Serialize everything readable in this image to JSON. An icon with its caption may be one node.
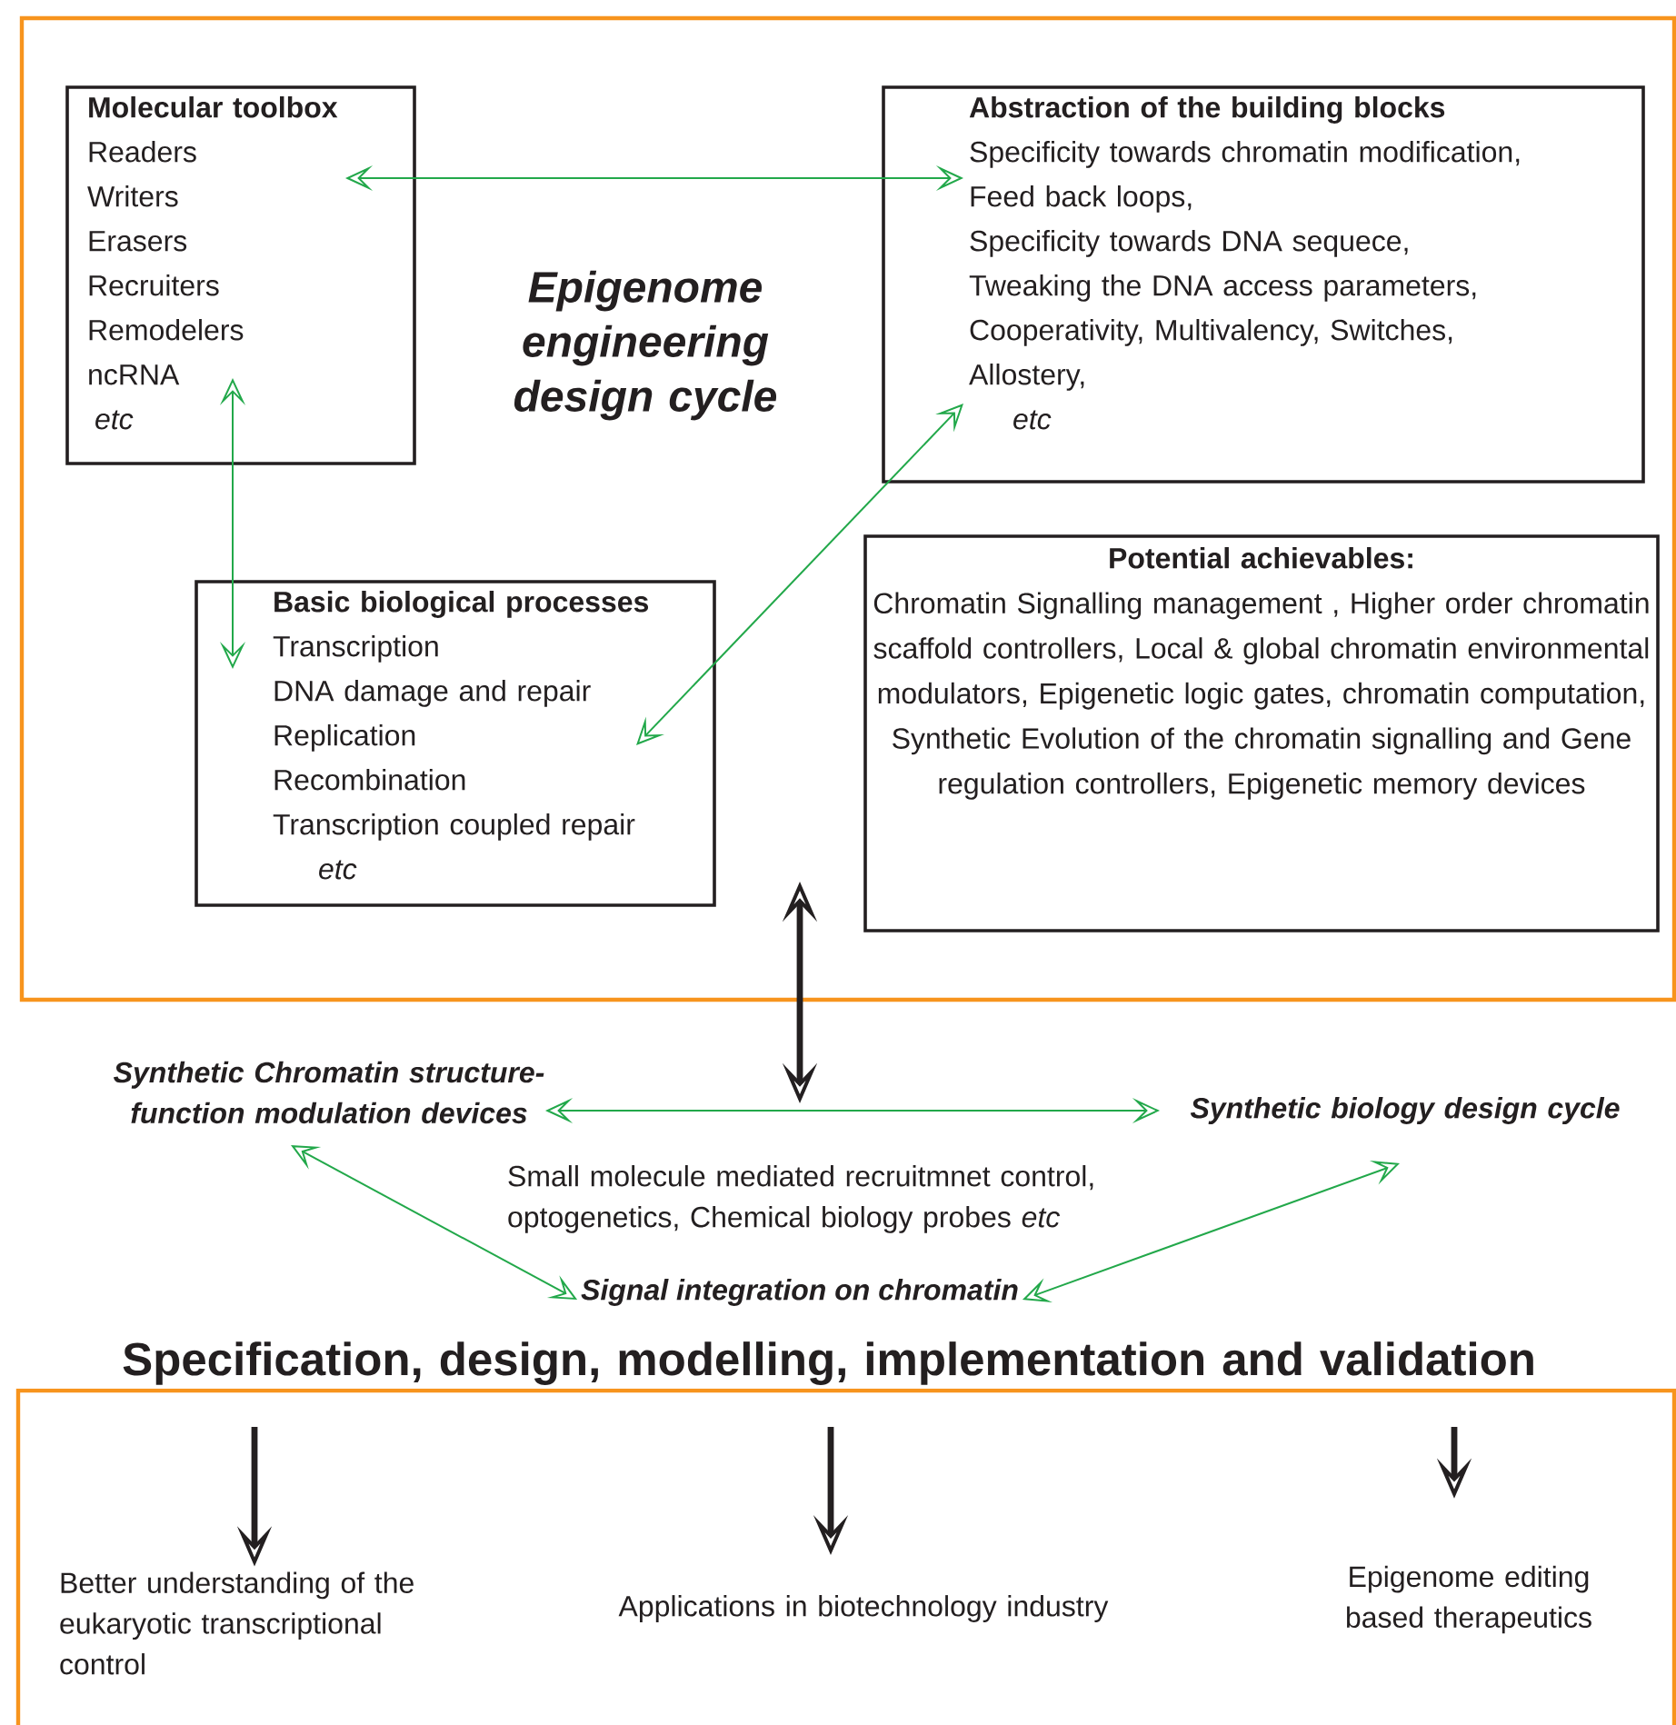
{
  "diagram": {
    "nodes": [
      {
        "text": [
          "Epigenome engineering design cycle"
        ]
      },
      {
        "text": [
          "Molecular toolbox",
          "Readers",
          "Writers",
          "Erasers",
          "Recruiters",
          "Remodelers",
          "ncRNA",
          "etc"
        ],
        "in": 0
      },
      {
        "text": [
          "Abstraction of the building blocks",
          "Specificity towards chromatin modification,",
          "Feed back loops,",
          "Specificity towards DNA sequece,",
          "Tweaking the DNA access parameters,",
          "Cooperativity, Multivalency, Switches,",
          "Allostery,",
          "etc"
        ],
        "in": 0
      },
      {
        "text": [
          "Basic biological processes",
          "Transcription",
          "DNA damage and repair",
          "Replication",
          "Recombination",
          "Transcription coupled repair",
          "etc"
        ],
        "in": 0
      },
      {
        "text": [
          "Potential achievables:",
          "Chromatin Signalling management , Higher order chromatin scaffold controllers, Local & global chromatin environmental modulators, Epigenetic logic gates, chromatin computation, Synthetic Evolution of the chromatin signalling  and Gene regulation controllers, Epigenetic memory devices"
        ],
        "in": 0
      },
      {
        "text": [
          "Synthetic Chromatin structure-function modulation devices"
        ]
      },
      {
        "text": [
          "Synthetic biology design cycle"
        ]
      },
      {
        "text": [
          "Signal integration on chromatin"
        ]
      },
      {
        "text": [
          "Specification, design, modelling, implementation and validation"
        ]
      },
      {
        "text": [],
        "shape": "box"
      },
      {
        "text": [
          "Better understanding of the eukaryotic transcriptional control"
        ],
        "in": 9
      },
      {
        "text": [
          "Applications in biotechnology industry"
        ],
        "in": 9
      },
      {
        "text": [
          "Epigenome editing based therapeutics"
        ],
        "in": 9
      }
    ],
    "edges": [
      {
        "from": 1,
        "to": 2,
        "arrow": "both"
      },
      {
        "from": 1,
        "to": 3,
        "arrow": "both"
      },
      {
        "from": 2,
        "to": 3,
        "arrow": "both"
      },
      {
        "from": 5,
        "to": 6,
        "arrow": "both"
      },
      {
        "from": 5,
        "to": 7,
        "arrow": "both"
      },
      {
        "from": 6,
        "to": 7,
        "arrow": "both"
      },
      {
        "from": 8,
        "to": 10,
        "arrow": "to",
        "style": "thick",
        "color": "#231f20"
      },
      {
        "from": 8,
        "to": 11,
        "arrow": "to",
        "style": "thick",
        "color": "#231f20"
      },
      {
        "from": 8,
        "to": 12,
        "arrow": "to",
        "style": "thick",
        "color": "#231f20"
      }
    ],
    "labels": [
      "Small molecule mediated recruitmnet control, optogenetics, Chemical biology probes *etc*"
    ]
  }
}
